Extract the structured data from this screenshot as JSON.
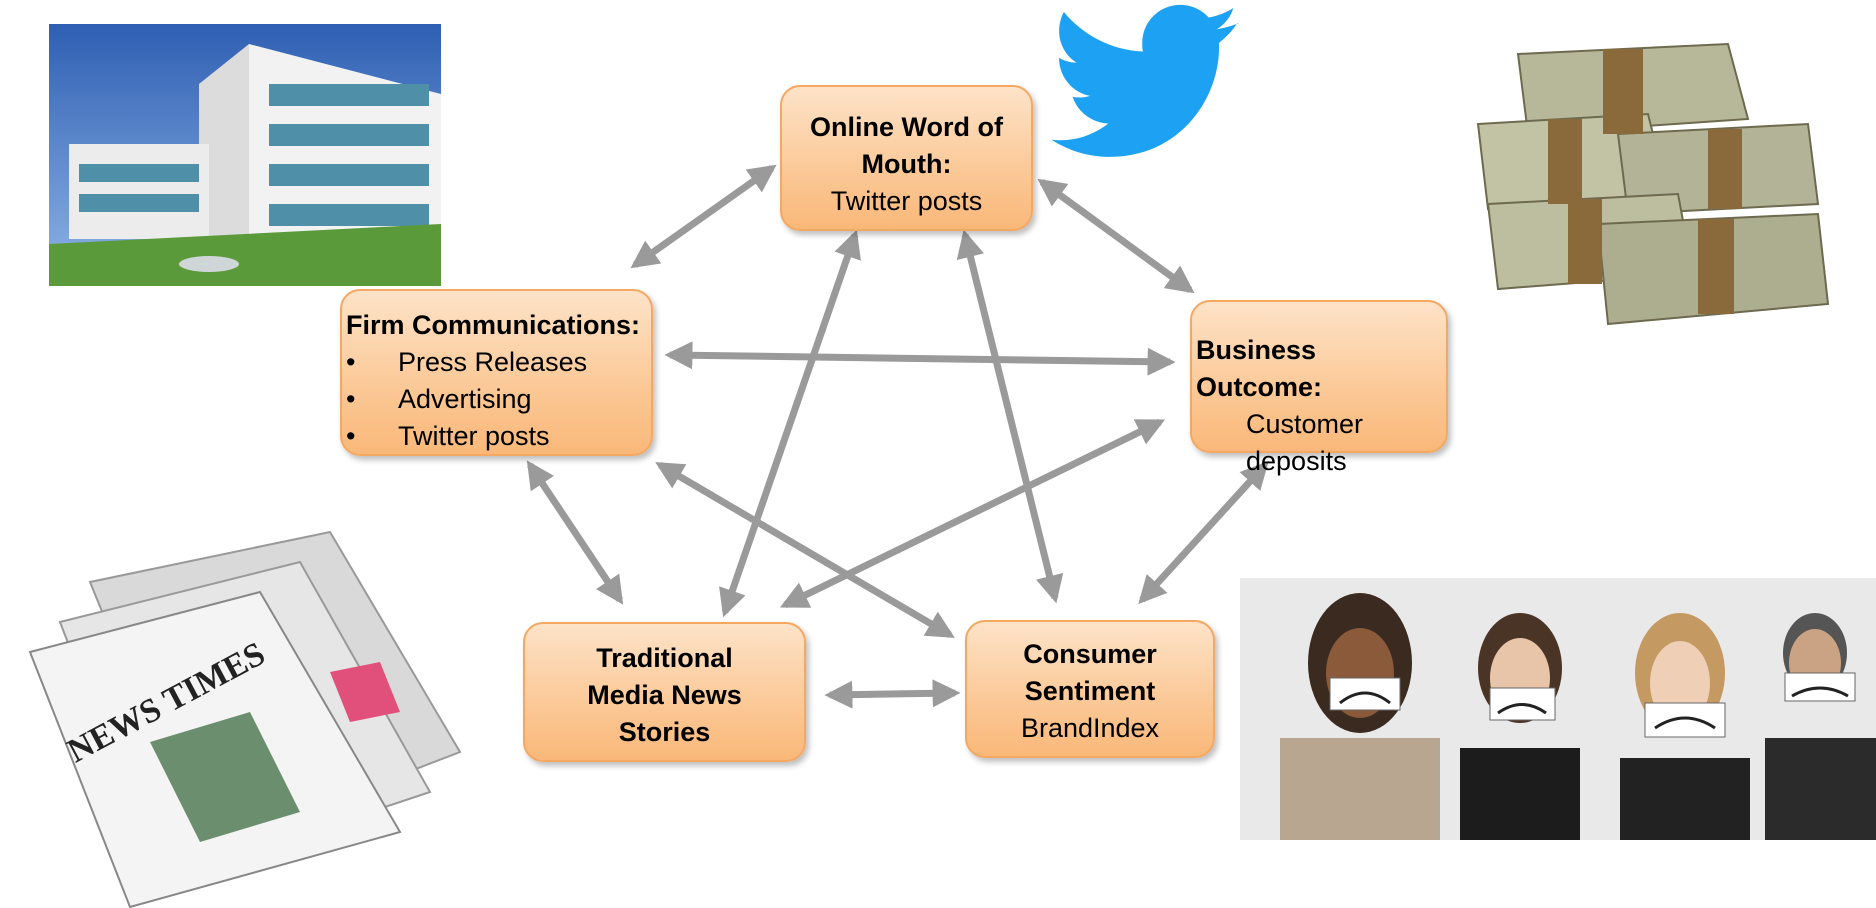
{
  "nodes": {
    "online_wom": {
      "title_line1": "Online Word of",
      "title_line2": "Mouth:",
      "detail": "Twitter posts"
    },
    "firm_comms": {
      "title": "Firm Communications:",
      "items": [
        "Press Releases",
        "Advertising",
        "Twitter posts"
      ]
    },
    "business_outcome": {
      "title": "Business Outcome:",
      "detail_line1": "Customer",
      "detail_line2": "deposits"
    },
    "traditional_media": {
      "line1": "Traditional",
      "line2": "Media News",
      "line3": "Stories"
    },
    "consumer_sentiment": {
      "title_line1": "Consumer",
      "title_line2": "Sentiment",
      "detail": "BrandIndex"
    }
  },
  "images": {
    "newspaper_masthead": "NEWS TIMES"
  },
  "colors": {
    "box_fill": "#fbc896",
    "box_border": "#f4a862",
    "arrow": "#9a9a9a",
    "twitter_blue": "#1da1f2"
  },
  "icons": [
    "office-building-image",
    "twitter-bird-icon",
    "money-stacks-image",
    "newspapers-image",
    "unhappy-people-image"
  ]
}
